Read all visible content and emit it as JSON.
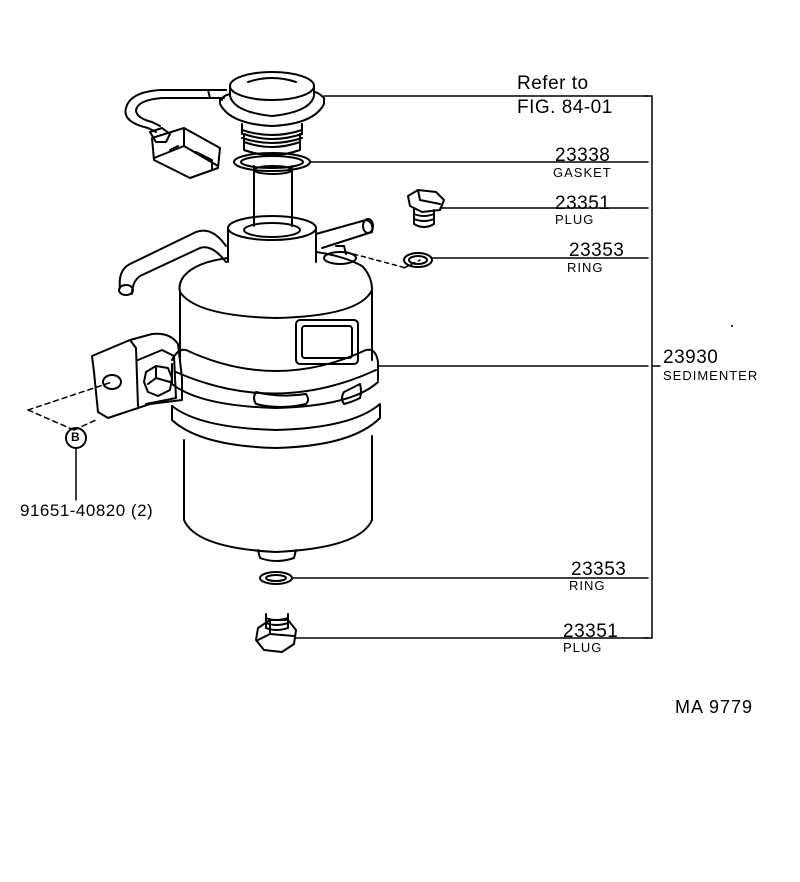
{
  "labels": {
    "refer_line1": "Refer to",
    "refer_line2": "FIG. 84-01",
    "gasket_num": "23338",
    "gasket_name": "GASKET",
    "plug_top_num": "23351",
    "plug_top_name": "PLUG",
    "ring_top_num": "23353",
    "ring_top_name": "RING",
    "sedimenter_num": "23930",
    "sedimenter_name": "SEDIMENTER",
    "bolt_marker": "B",
    "bolt_num": "91651-40820 (2)",
    "ring_bottom_num": "23353",
    "ring_bottom_name": "RING",
    "plug_bottom_num": "23351",
    "plug_bottom_name": "PLUG",
    "drawing_code": "MA  9779"
  },
  "colors": {
    "ink": "#000000",
    "paper": "#ffffff"
  }
}
